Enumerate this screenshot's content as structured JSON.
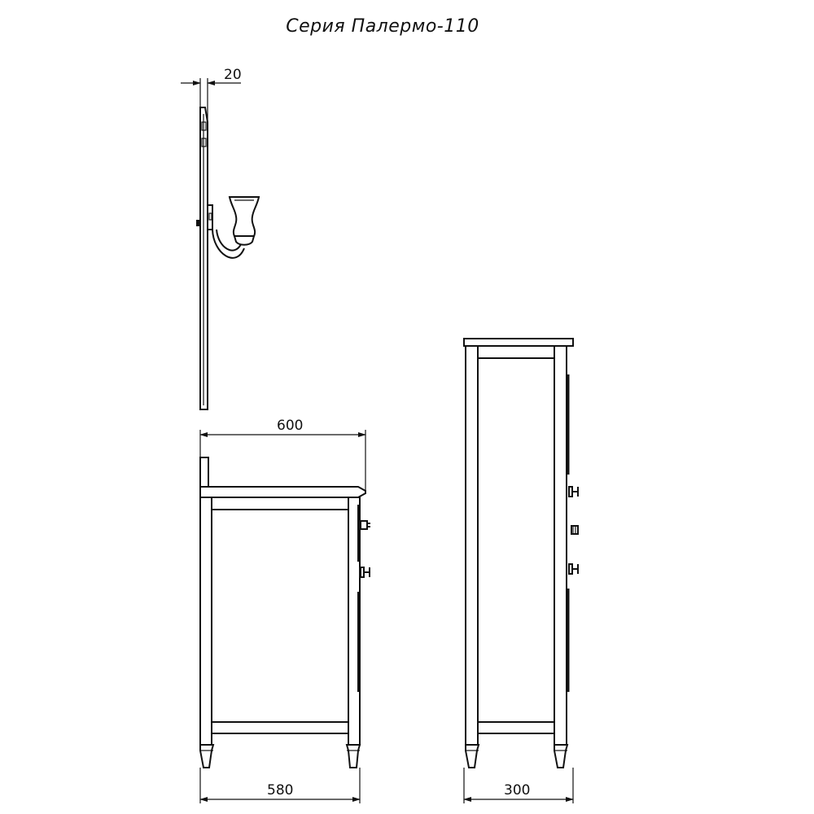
{
  "title": "Серия  Палермо-110",
  "dimensions": {
    "mirror_depth": "20",
    "top_width": "600",
    "base_depth": "580",
    "side_width": "300"
  },
  "colors": {
    "line": "#111111",
    "background": "#ffffff"
  }
}
